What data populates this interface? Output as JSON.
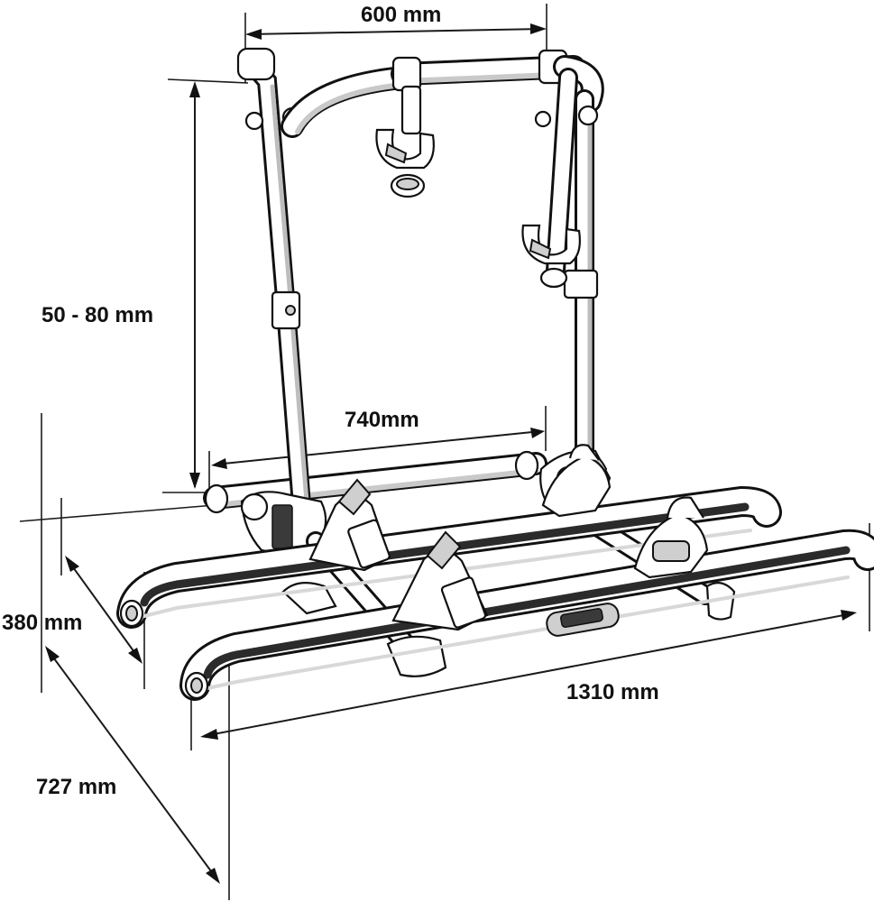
{
  "dimensions": {
    "top_width": "600 mm",
    "height_adjust": "50 - 80 mm",
    "mid_width": "740mm",
    "depth_upper": "380 mm",
    "depth_total": "727 mm",
    "rail_length": "1310 mm"
  },
  "colors": {
    "line": "#111111",
    "fill": "#ffffff",
    "shade": "#cfcfcf"
  }
}
